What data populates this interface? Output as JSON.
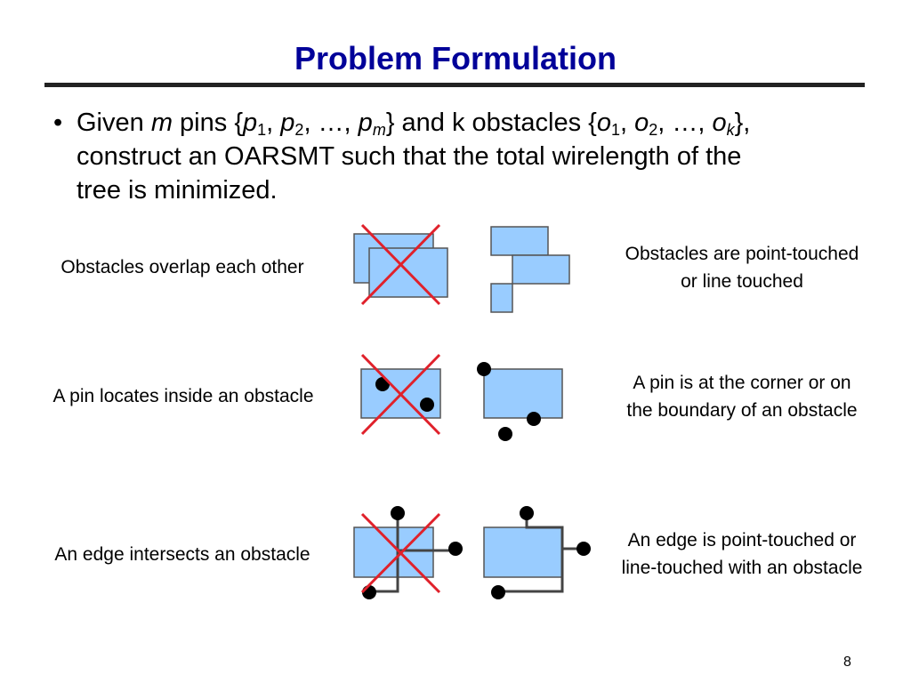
{
  "slide": {
    "title": "Problem Formulation",
    "page_number": "8"
  },
  "bullet": {
    "marker": "•",
    "line1": {
      "t1": "Given ",
      "m": "m",
      "t2": " pins {",
      "p": "p",
      "s1": "1",
      "c1": ", ",
      "p2": "p",
      "s2": "2",
      "c2": ", …, ",
      "p3": "p",
      "s3": "m",
      "t3": "} and k obstacles {",
      "o": "o",
      "os1": "1",
      "oc1": ", ",
      "o2": "o",
      "os2": "2",
      "oc2": ", …, ",
      "o3": "o",
      "os3": "k",
      "t4": "},"
    },
    "line2": "construct an OARSMT such that the total wirelength of the",
    "line3": "tree is minimized."
  },
  "cases": {
    "overlap_invalid": "Obstacles overlap each other",
    "touch_valid_line1": "Obstacles are point-touched",
    "touch_valid_line2": "or line touched",
    "pin_inside_invalid": "A pin locates inside an obstacle",
    "pin_boundary_valid_line1": "A pin is at the corner or on",
    "pin_boundary_valid_line2": "the boundary of an obstacle",
    "edge_intersect_invalid": "An edge intersects an obstacle",
    "edge_touch_valid_line1": "An edge is point-touched or",
    "edge_touch_valid_line2": "line-touched with an obstacle"
  },
  "colors": {
    "title": "#000099",
    "obstacle_fill": "#99ccff",
    "cross": "#e0212b",
    "pin": "#000000",
    "edge": "#444444"
  }
}
